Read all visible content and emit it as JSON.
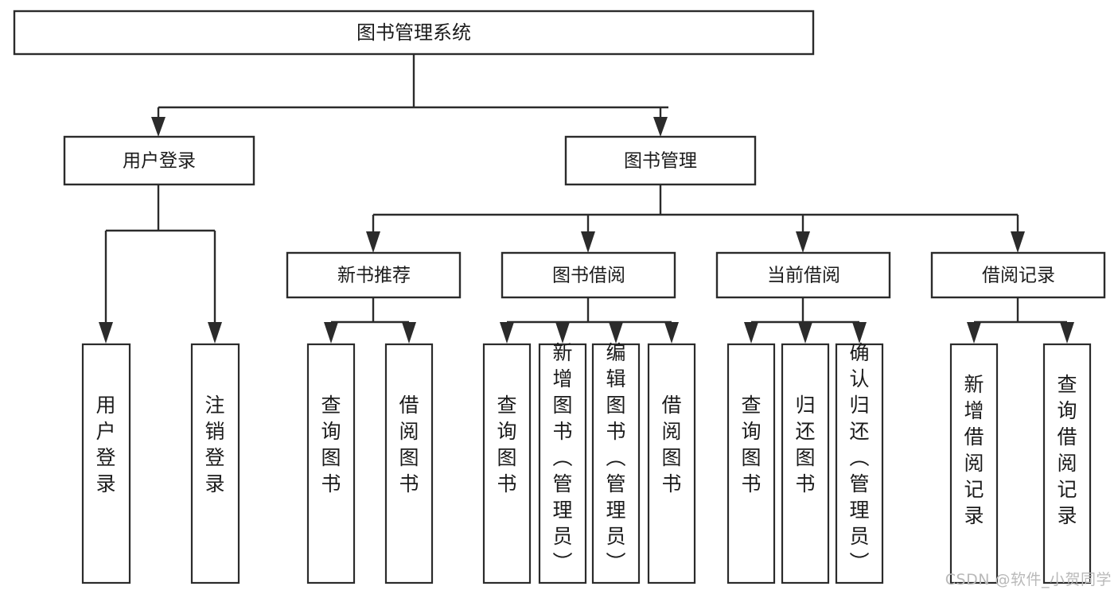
{
  "diagram": {
    "type": "tree",
    "title": "图书管理系统",
    "orientation": "top-down",
    "colors": {
      "background": "#ffffff",
      "box_stroke": "#2b2b2b",
      "box_fill": "#ffffff",
      "text": "#1b1b1b",
      "watermark": "#b9b9b9"
    },
    "root": {
      "label": "图书管理系统"
    },
    "level2": [
      {
        "label": "用户登录"
      },
      {
        "label": "图书管理"
      }
    ],
    "level3": [
      {
        "label": "新书推荐"
      },
      {
        "label": "图书借阅"
      },
      {
        "label": "当前借阅"
      },
      {
        "label": "借阅记录"
      }
    ],
    "leaves": {
      "user_login": [
        {
          "label": "用户登录"
        },
        {
          "label": "注销登录"
        }
      ],
      "new_book_recommend": [
        {
          "label": "查询图书"
        },
        {
          "label": "借阅图书"
        }
      ],
      "book_borrow": [
        {
          "label": "查询图书"
        },
        {
          "label": "新增图书（管理员）"
        },
        {
          "label": "编辑图书（管理员）"
        },
        {
          "label": "借阅图书"
        }
      ],
      "current_borrow": [
        {
          "label": "查询图书"
        },
        {
          "label": "归还图书"
        },
        {
          "label": "确认归还（管理员）"
        }
      ],
      "borrow_record": [
        {
          "label": "新增借阅记录"
        },
        {
          "label": "查询借阅记录"
        }
      ]
    }
  },
  "watermark": {
    "text": "CSDN @软件_小贺同学"
  }
}
